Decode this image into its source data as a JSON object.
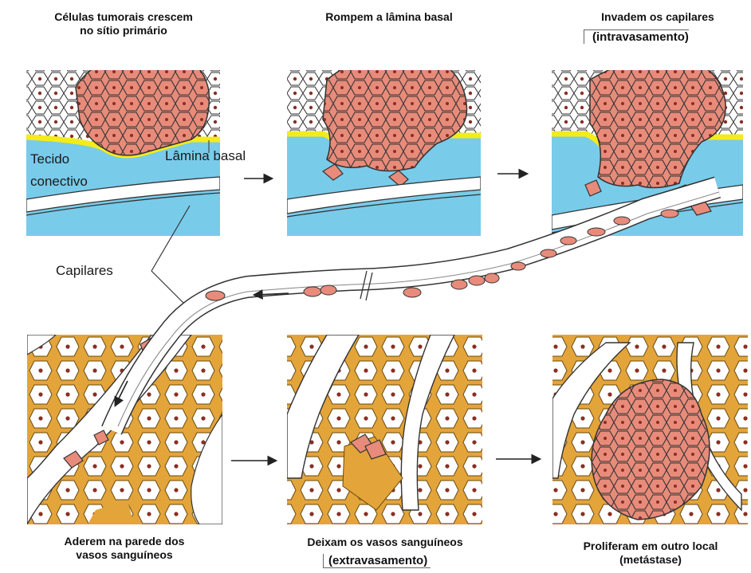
{
  "captions": {
    "step1": [
      "Células tumorais crescem",
      "no sítio primário"
    ],
    "step2": [
      "Rompem a lâmina basal"
    ],
    "step3": [
      "Invadem os capilares",
      "(intravasamento)"
    ],
    "step4": [
      "Aderem na parede dos",
      "vasos sanguíneos"
    ],
    "step5": [
      "Deixam os vasos sanguíneos",
      "(extravasamento)"
    ],
    "step6": [
      "Proliferam em outro local",
      "(metástase)"
    ]
  },
  "labels": {
    "lamina": "Lâmina basal",
    "tissue_line1": "Tecido",
    "tissue_line2": "conectivo",
    "capillaries": "Capilares"
  },
  "colors": {
    "tumor": "#e88b7a",
    "nucleus": "#8a2e22",
    "connective": "#79cbea",
    "lamina": "#f2ec1a",
    "matrix": "#e3a43a",
    "vessel_line": "#333333"
  }
}
